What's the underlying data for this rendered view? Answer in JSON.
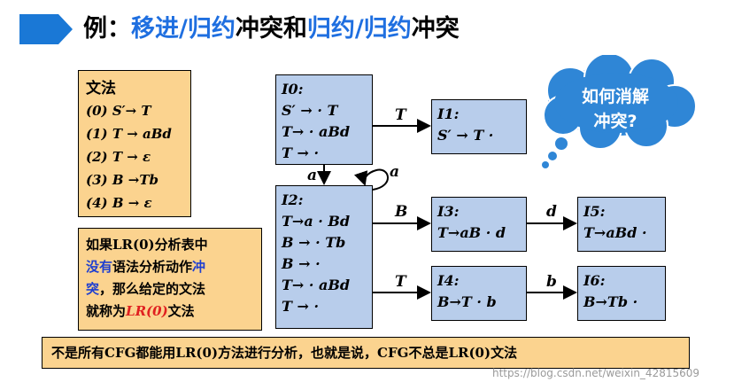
{
  "title": {
    "prefix": "例：",
    "part1": "移进/归约",
    "part2": "冲突和",
    "part3": "归约/归约",
    "part4": "冲突"
  },
  "grammar": {
    "title": "文法",
    "rules": [
      "(0) S′→ T",
      "(1) T → aBd",
      "(2) T →  ε",
      "(3) B →Tb",
      "(4) B →  ε"
    ]
  },
  "note": {
    "line1": "如果LR(0)分析表中",
    "l2_blue": "没有",
    "l2_rest": "语法分析动作",
    "l2_blue2": "冲",
    "l3_blue": "突",
    "l3_rest": "，那么给定的文法",
    "l4_a": "就称为",
    "l4_red": "LR(0)",
    "l4_b": "文法"
  },
  "bottom": "不是所有CFG都能用LR(0)方法进行分析，也就是说，CFG不总是LR(0)文法",
  "states": {
    "s0": {
      "name": "I0:",
      "items": [
        "S′ → · T",
        "T→ · aBd",
        "T → ·"
      ]
    },
    "s1": {
      "name": "I1:",
      "items": [
        "S′ → T ·"
      ]
    },
    "s2": {
      "name": "I2:",
      "items": [
        "T→a · Bd",
        "B → · Tb",
        "B → ·",
        "T→ · aBd",
        "T → ·"
      ]
    },
    "s3": {
      "name": "I3:",
      "items": [
        "T→aB · d"
      ]
    },
    "s4": {
      "name": "I4:",
      "items": [
        "B→T · b"
      ]
    },
    "s5": {
      "name": "I5:",
      "items": [
        "T→aBd ·"
      ]
    },
    "s6": {
      "name": "I6:",
      "items": [
        "B→Tb ·"
      ]
    }
  },
  "edges": {
    "e01": "T",
    "e02": "a",
    "e22": "a",
    "e23": "B",
    "e24": "T",
    "e35": "d",
    "e46": "b"
  },
  "cloud": {
    "line1": "如何消解",
    "line2": "冲突?"
  },
  "watermark": "https://blog.csdn.net/weixin_42815609",
  "colors": {
    "title_blue": "#1f6fe0",
    "box_orange": "#fbd38f",
    "state_blue": "#b8cdeb",
    "cloud_blue": "#2f86d6",
    "header_arrow": "#1a78d6"
  }
}
